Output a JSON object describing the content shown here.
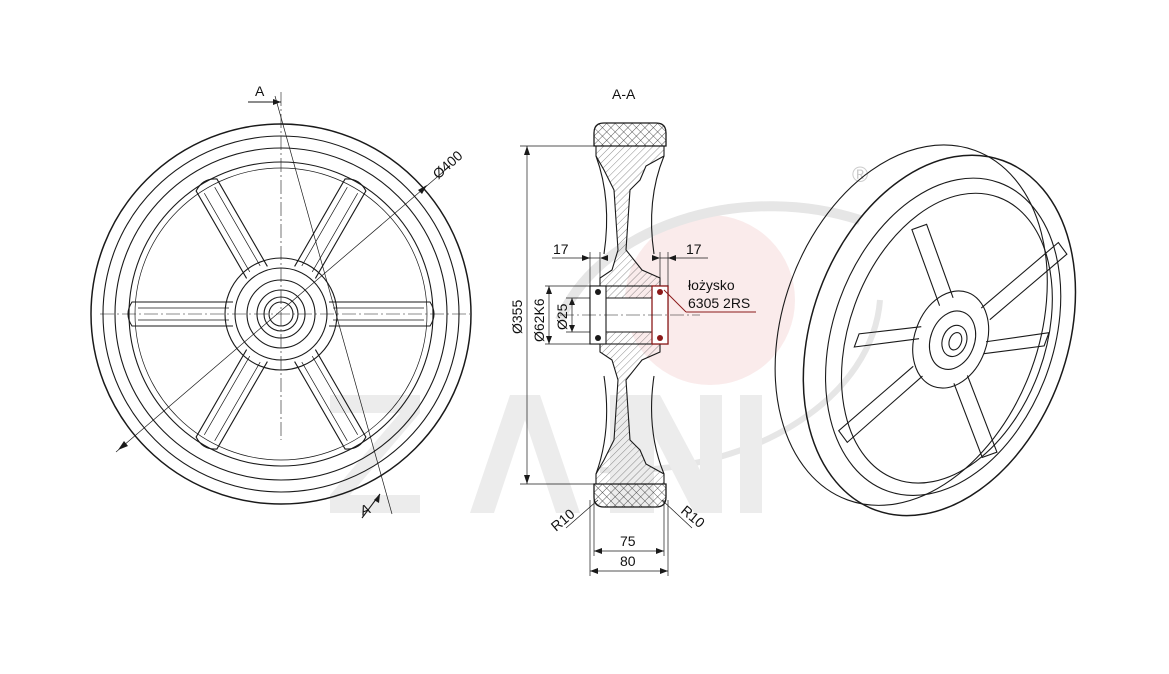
{
  "section_label": "A-A",
  "cut_label_top": "A",
  "cut_label_bottom": "A",
  "dimensions": {
    "outer_diameter": "Ø400",
    "inner_diameter": "Ø355",
    "housing_diameter": "Ø62K6",
    "bore_diameter": "Ø25",
    "offset_left": "17",
    "offset_right": "17",
    "hub_width": "75",
    "total_width": "80",
    "radius_left": "R10",
    "radius_right": "R10"
  },
  "bearing": {
    "label": "łożysko",
    "code": "6305 2RS"
  },
  "watermark": {
    "registered_mark": "®"
  },
  "colors": {
    "line": "#1a1a1a",
    "watermark": "#e6e6e6",
    "watermark_red": "#f6dede",
    "bearing_line": "#8b1a1a"
  }
}
